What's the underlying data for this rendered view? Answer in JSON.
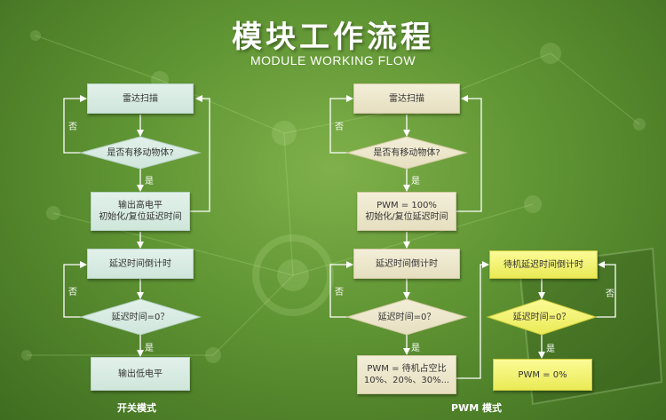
{
  "title": "模块工作流程",
  "subtitle": "MODULE WORKING FLOW",
  "left": {
    "radar_scan": "雷达扫描",
    "decision_moving": "是否有移动物体?",
    "yes": "是",
    "no": "否",
    "output_high_1": "输出高电平",
    "output_high_2": "初始化/复位延迟时间",
    "countdown": "延迟时间倒计时",
    "decision_zero": "延迟时间=0？",
    "yes2": "是",
    "no2": "否",
    "output_low": "输出低电平",
    "caption": "开关模式"
  },
  "right": {
    "radar_scan": "雷达扫描",
    "decision_moving": "是否有移动物体?",
    "yes": "是",
    "no": "否",
    "pwm100_1": "PWM = 100%",
    "pwm100_2": "初始化/复位延迟时间",
    "countdown": "延迟时间倒计时",
    "decision_zero": "延迟时间=0？",
    "yes2": "是",
    "no2": "否",
    "pwm_standby_1": "PWM = 待机占空比",
    "pwm_standby_2": "10%、20%、30%...",
    "caption": "PWM 模式"
  },
  "standby": {
    "countdown": "待机延迟时间倒计时",
    "decision_zero": "延迟时间=0？",
    "yes": "是",
    "no": "否",
    "pwm0": "PWM = 0%"
  }
}
